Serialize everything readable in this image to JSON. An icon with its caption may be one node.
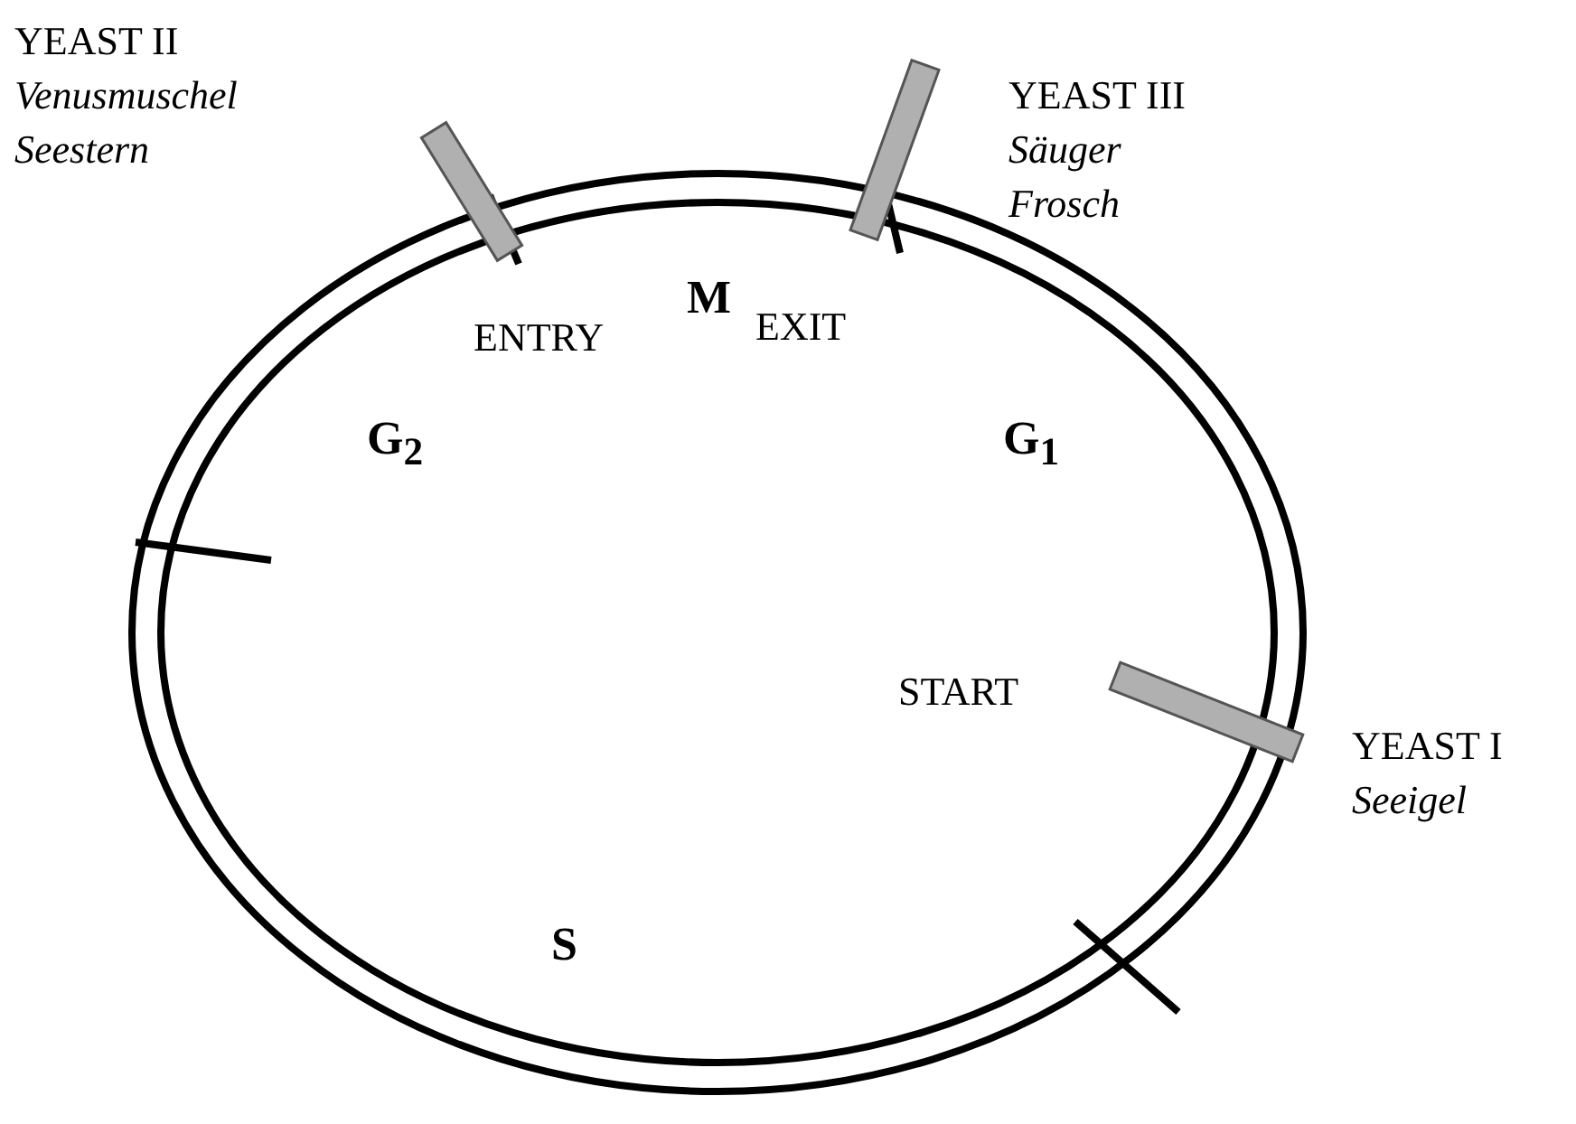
{
  "diagram": {
    "labels": [
      "YEAST II",
      "Venusmuschel Seestern",
      "YEAST III",
      "Säuger Frosch",
      "M",
      "ENTRY",
      "EXIT",
      "G$_{2}$",
      "G$_{1}$",
      "START",
      "YEAST I",
      "Seeigel",
      "S"
    ]
  }
}
